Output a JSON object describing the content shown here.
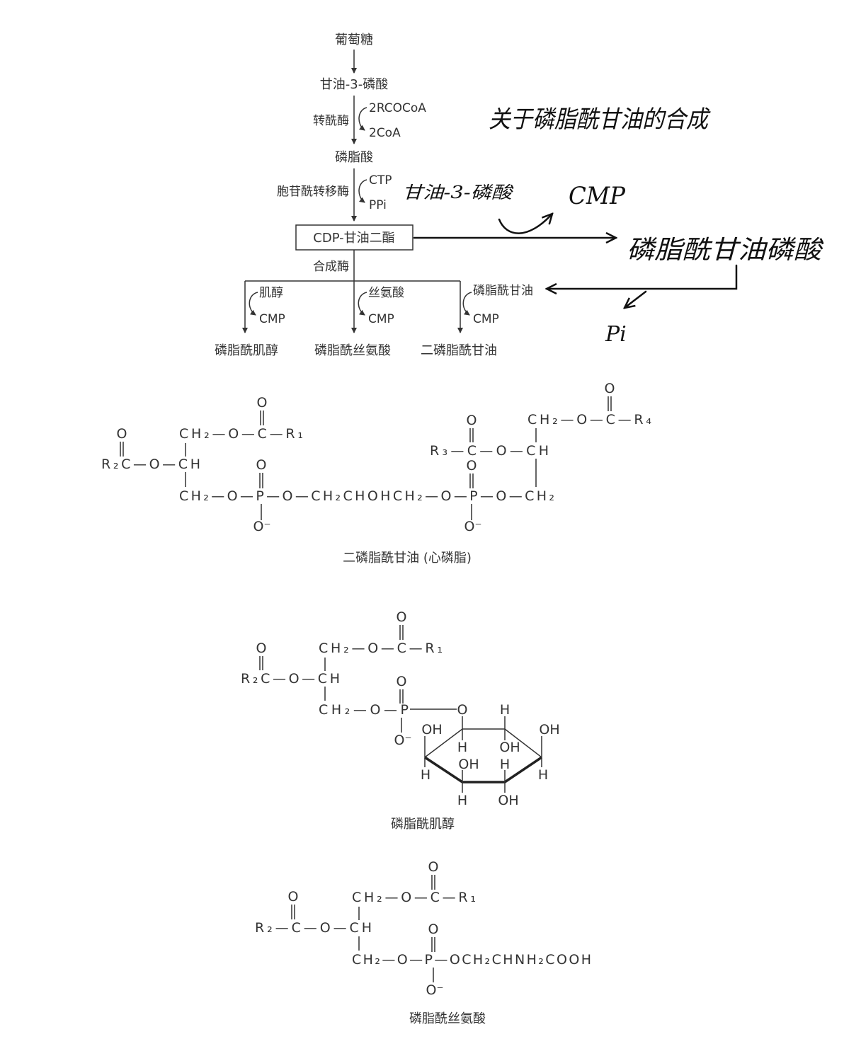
{
  "pathway": {
    "glucose": "葡萄糖",
    "glycerol3p": "甘油-3-磷酸",
    "acyltransferase": "转酰酶",
    "rcocoa": "2RCOCoA",
    "coa": "2CoA",
    "phosphatidic_acid": "磷脂酸",
    "cytidylyltransferase": "胞苷酰转移酶",
    "ctp": "CTP",
    "ppi": "PPi",
    "cdp_dag": "CDP-甘油二酯",
    "synthase": "合成酶",
    "branches": [
      {
        "substrate": "肌醇",
        "released": "CMP",
        "product": "磷脂酰肌醇"
      },
      {
        "substrate": "丝氨酸",
        "released": "CMP",
        "product": "磷脂酰丝氨酸"
      },
      {
        "substrate": "磷脂酰甘油",
        "released": "CMP",
        "product": "二磷脂酰甘油"
      }
    ]
  },
  "handwritten": {
    "title": "关于磷脂酰甘油的合成",
    "glycerol3p": "甘油-3-磷酸",
    "cmp": "CMP",
    "pgp": "磷脂酰甘油磷酸",
    "pi": "Pi"
  },
  "cardiolipin": {
    "o_left": "O",
    "row_r2": "R₂C—O—CH",
    "o_r1": "O",
    "row_r1": "CH₂—O—C—R₁",
    "row_main": "CH₂—O—P—O—CH₂CHOHCH₂—O—P—O—CH₂",
    "o_p1": "O",
    "o_minus1": "O⁻",
    "o_p2": "O",
    "o_minus2": "O⁻",
    "row_r3": "R₃—C—O—CH",
    "o_r3": "O",
    "row_r4": "CH₂—O—C—R₄",
    "o_r4": "O",
    "caption": "二磷脂酰甘油 (心磷脂)"
  },
  "pi_structure": {
    "o_left": "O",
    "row_r2": "R₂C—O—CH",
    "o_r1": "O",
    "row_r1": "CH₂—O—C—R₁",
    "row_main": "CH₂—O—P",
    "o_p": "O",
    "o_minus": "O⁻",
    "ring_labels": [
      "O",
      "H",
      "OH",
      "OH",
      "H",
      "OH",
      "H",
      "H",
      "OH",
      "H",
      "H",
      "OH"
    ],
    "caption": "磷脂酰肌醇"
  },
  "ps_structure": {
    "o_left": "O",
    "row_r2": "R₂—C—O—CH",
    "o_r1": "O",
    "row_r1": "CH₂—O—C—R₁",
    "row_main": "CH₂—O—P—OCH₂CHNH₂COOH",
    "o_p": "O",
    "o_minus": "O⁻",
    "caption": "磷脂酰丝氨酸"
  }
}
